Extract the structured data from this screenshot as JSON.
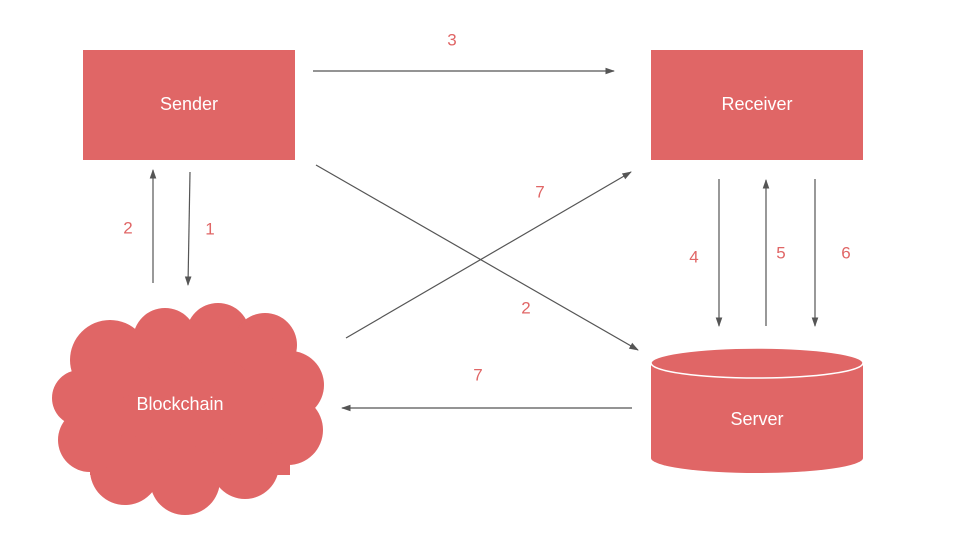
{
  "colors": {
    "node_fill": "#e06666",
    "node_text": "#ffffff",
    "edge_stroke": "#555555",
    "edge_label": "#e06666"
  },
  "nodes": {
    "sender": {
      "label": "Sender",
      "shape": "rectangle"
    },
    "receiver": {
      "label": "Receiver",
      "shape": "rectangle"
    },
    "blockchain": {
      "label": "Blockchain",
      "shape": "cloud"
    },
    "server": {
      "label": "Server",
      "shape": "cylinder"
    }
  },
  "edges": {
    "sender_to_receiver": {
      "label": "3",
      "from": "Sender",
      "to": "Receiver"
    },
    "sender_to_blockchain": {
      "label": "1",
      "from": "Sender",
      "to": "Blockchain"
    },
    "blockchain_to_sender": {
      "label": "2",
      "from": "Blockchain",
      "to": "Sender"
    },
    "sender_to_server": {
      "label": "2",
      "from": "Sender",
      "to": "Server"
    },
    "blockchain_to_receiver": {
      "label": "7",
      "from": "Blockchain",
      "to": "Receiver"
    },
    "receiver_to_server_a": {
      "label": "4",
      "from": "Receiver",
      "to": "Server"
    },
    "server_to_receiver": {
      "label": "5",
      "from": "Server",
      "to": "Receiver"
    },
    "receiver_to_server_b": {
      "label": "6",
      "from": "Receiver",
      "to": "Server"
    },
    "server_to_blockchain": {
      "label": "7",
      "from": "Server",
      "to": "Blockchain"
    }
  }
}
